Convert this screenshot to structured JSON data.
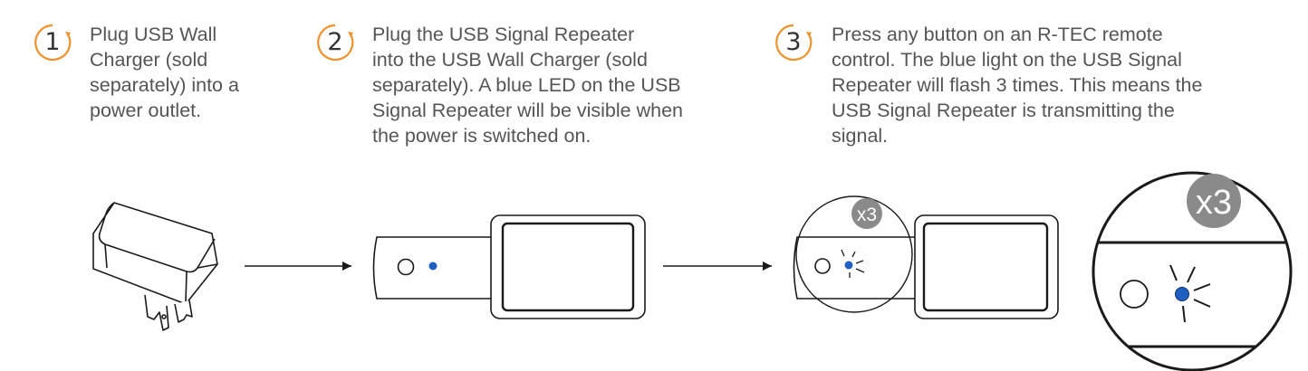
{
  "colors": {
    "accent": "#f0922b",
    "led": "#1f5fc2",
    "line": "#1a1a1a",
    "badge": "#8a8a8a",
    "text": "#555555"
  },
  "steps": [
    {
      "number": "1",
      "lines": [
        "Plug USB Wall",
        "Charger (sold",
        "separately) into a",
        "power outlet."
      ]
    },
    {
      "number": "2",
      "lines": [
        "Plug the USB Signal Repeater",
        "into the USB Wall Charger (sold",
        "separately). A blue LED on the USB",
        "Signal Repeater will be visible when",
        "the power is switched on."
      ]
    },
    {
      "number": "3",
      "lines": [
        "Press any button on an R-TEC remote",
        "control. The blue light on the USB Signal",
        "Repeater will flash 3 times. This means the",
        "USB Signal Repeater is transmitting the",
        "signal."
      ]
    }
  ],
  "badges": {
    "small": "x3",
    "large": "x3"
  },
  "icons": [
    "wall-charger-icon",
    "arrow-right-icon",
    "usb-repeater-icon",
    "led-icon",
    "flash-rays-icon",
    "magnifier-circle-icon"
  ]
}
